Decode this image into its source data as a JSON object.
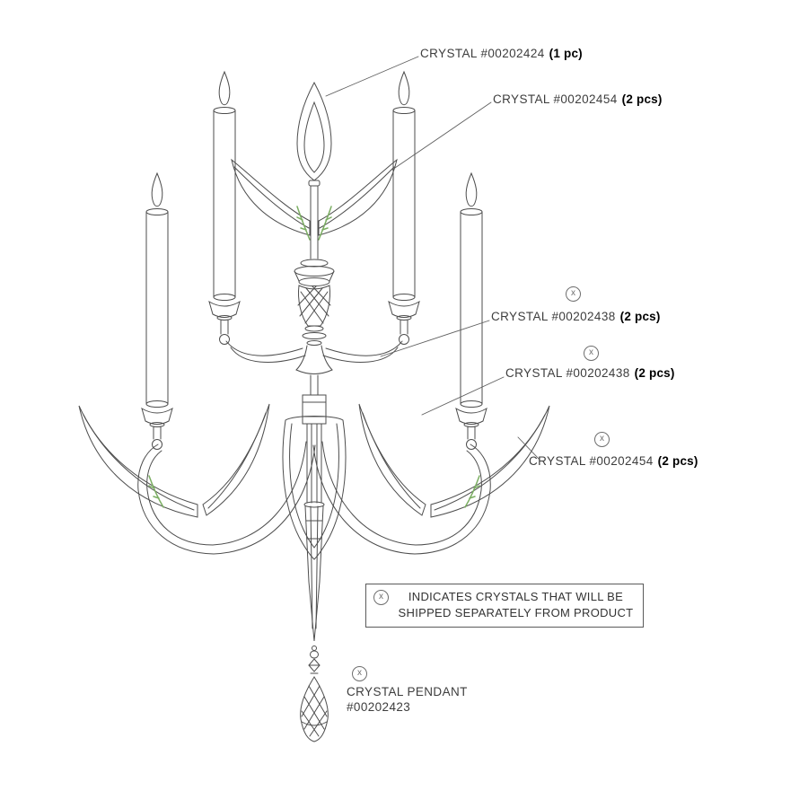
{
  "diagram": {
    "marker_symbol": "x",
    "callouts": [
      {
        "name": "CRYSTAL #00202424",
        "qty": "(1 pc)",
        "shipped_separately": false
      },
      {
        "name": "CRYSTAL #00202454",
        "qty": "(2 pcs)",
        "shipped_separately": false
      },
      {
        "name": "CRYSTAL #00202438",
        "qty": "(2 pcs)",
        "shipped_separately": true
      },
      {
        "name": "CRYSTAL #00202438",
        "qty": "(2 pcs)",
        "shipped_separately": true
      },
      {
        "name": "CRYSTAL #00202454",
        "qty": "(2 pcs)",
        "shipped_separately": true
      }
    ],
    "pendant_callout": {
      "line1": "CRYSTAL PENDANT",
      "line2": "#00202423",
      "shipped_separately": true
    },
    "note": {
      "line1": "INDICATES CRYSTALS THAT WILL BE",
      "line2": "SHIPPED SEPARATELY FROM PRODUCT"
    },
    "colors": {
      "line": "#4d4d4d",
      "text": "#3d3d3d",
      "bold_text": "#000000",
      "accent_green": "#7bae62"
    }
  }
}
